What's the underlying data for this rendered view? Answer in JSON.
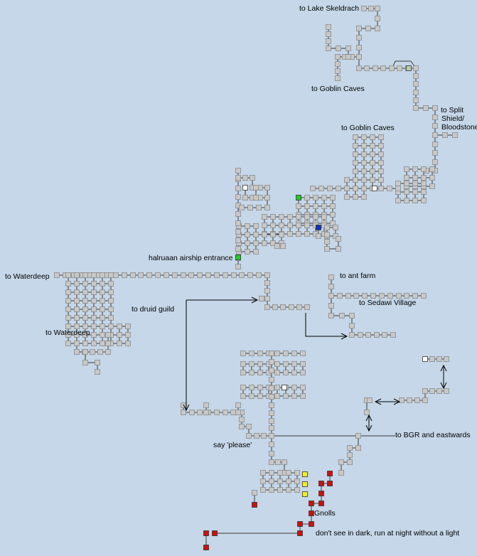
{
  "map": {
    "background": "#c5d7e8",
    "room_color": "#c8c8c8",
    "link_color": "#3a3a3a",
    "labels": {
      "lake_skeldrach": "to Lake Skeldrach",
      "goblin_caves_north": "to Goblin Caves",
      "split_shield_1": "to Split",
      "split_shield_2": "Shield/",
      "split_shield_3": "Bloodstone",
      "goblin_caves_east": "to Goblin Caves",
      "halruaan": "halruaan airship entrance",
      "waterdeep_1": "to Waterdeep",
      "waterdeep_2": "to Waterdeep",
      "druid_guild": "to druid guild",
      "ant_farm": "to ant farm",
      "sedawi": "to Sedawi Village",
      "say_please": "say 'please'",
      "bgr": "to BGR and eastwards",
      "gnolls": "Gnolls",
      "dark_warning": "don't see in dark, run at night without a light"
    },
    "special_rooms": {
      "green": "#22cc22",
      "blue": "#1030c0",
      "white": "#ffffff",
      "yellow": "#f0f020",
      "red": "#cc1010"
    }
  }
}
